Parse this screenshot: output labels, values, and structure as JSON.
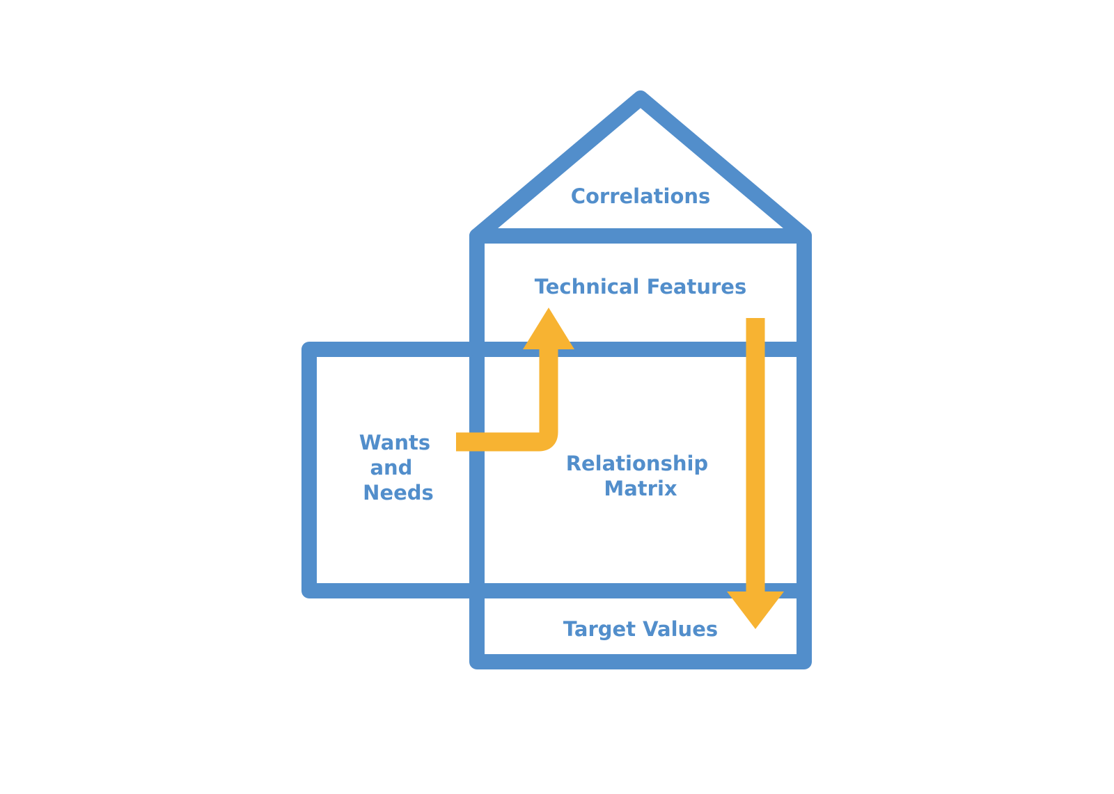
{
  "colors": {
    "frame": "#528ECB",
    "arrow": "#F7B332",
    "text": "#528ECB",
    "background": "#FFFFFF"
  },
  "diagram": {
    "sections": {
      "roof": {
        "label": "Correlations"
      },
      "top": {
        "label": "Technical Features"
      },
      "left": {
        "label_lines": [
          "Wants",
          "and",
          "Needs"
        ]
      },
      "center": {
        "label_lines": [
          "Relationship",
          "Matrix"
        ]
      },
      "bottom": {
        "label": "Target Values"
      }
    },
    "arrows": [
      {
        "name": "needs-to-features-arrow",
        "from": "Wants and Needs",
        "to": "Technical Features"
      },
      {
        "name": "features-to-targets-arrow",
        "from": "Technical Features",
        "to": "Target Values"
      }
    ]
  }
}
